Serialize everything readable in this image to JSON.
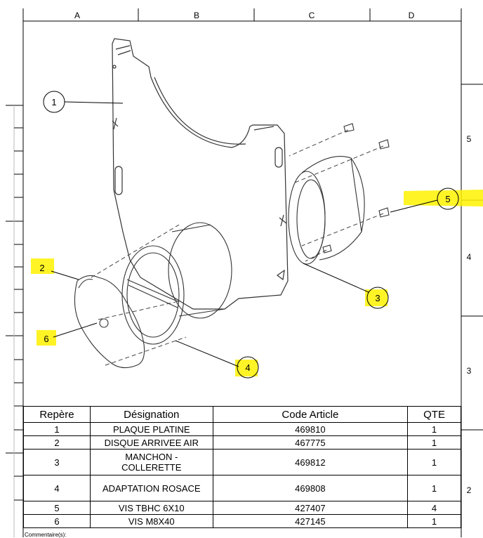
{
  "columns": [
    "A",
    "B",
    "C",
    "D"
  ],
  "rows": [
    "5",
    "4",
    "3",
    "2"
  ],
  "callouts": [
    "1",
    "2",
    "3",
    "4",
    "5",
    "6"
  ],
  "bom": {
    "headers": {
      "ref": "Repère",
      "designation": "Désignation",
      "code": "Code Article",
      "qty": "QTE"
    },
    "items": [
      {
        "ref": "1",
        "designation": "PLAQUE PLATINE",
        "code": "469810",
        "qty": "1"
      },
      {
        "ref": "2",
        "designation": "DISQUE ARRIVEE AIR",
        "code": "467775",
        "qty": "1"
      },
      {
        "ref": "3",
        "designation_line1": "MANCHON -",
        "designation_line2": "COLLERETTE",
        "code": "469812",
        "qty": "1"
      },
      {
        "ref": "4",
        "designation": "ADAPTATION ROSACE",
        "code": "469808",
        "qty": "1"
      },
      {
        "ref": "5",
        "designation": "VIS TBHC 6X10",
        "code": "427407",
        "qty": "4"
      },
      {
        "ref": "6",
        "designation": "VIS M8X40",
        "code": "427145",
        "qty": "1"
      }
    ]
  },
  "comment_label": "Commentaire(s):",
  "highlight_color": "#fff200"
}
